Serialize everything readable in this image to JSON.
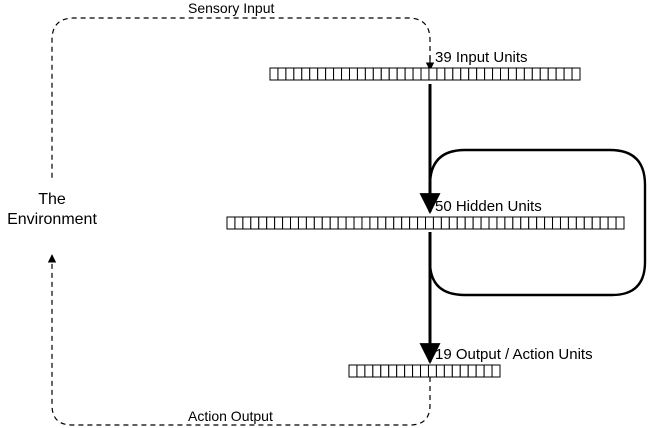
{
  "labels": {
    "sensory_input": "Sensory Input",
    "action_output": "Action Output",
    "environment_line1": "The",
    "environment_line2": "Environment",
    "input_layer": "39 Input Units",
    "hidden_layer": "50 Hidden Units",
    "output_layer": "19 Output / Action Units"
  },
  "layers": [
    {
      "id": "input",
      "units": 39
    },
    {
      "id": "hidden",
      "units": 50
    },
    {
      "id": "output",
      "units": 19
    }
  ],
  "colors": {
    "line": "#000000",
    "cell_fill": "#ffffff",
    "background": "#ffffff"
  },
  "icons": {
    "arrowhead": "arrowhead-icon",
    "dashed_loop": "dashed-loop-line",
    "recurrent_loop": "recurrent-loop-line"
  }
}
